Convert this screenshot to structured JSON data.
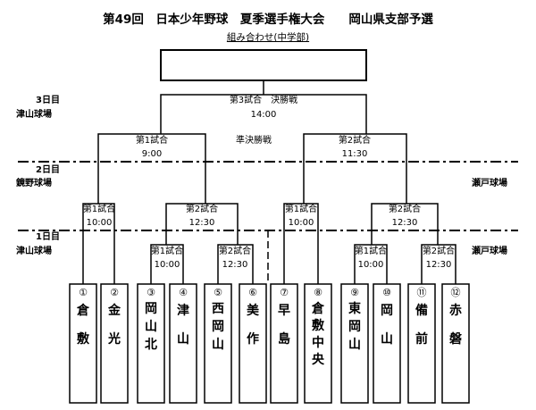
{
  "header": {
    "title": "第49回　日本少年野球　夏季選手権大会　　岡山県支部予選",
    "subtitle": "組み合わせ(中学部)"
  },
  "days": [
    {
      "day": "3日目",
      "venue": "津山球場"
    },
    {
      "day": "2日目",
      "venue": "鏡野球場"
    },
    {
      "day": "1日目",
      "venue": "津山球場"
    }
  ],
  "right_venues": {
    "day2": "瀬戸球場",
    "day1": "瀬戸球場"
  },
  "semifinal_label": "準決勝戦",
  "games": {
    "final": {
      "name": "第3試合　決勝戦",
      "time": "14:00"
    },
    "semi_left": {
      "name": "第1試合",
      "time": "9:00"
    },
    "semi_right": {
      "name": "第2試合",
      "time": "11:30"
    },
    "r2_left_a": {
      "name": "第1試合",
      "time": "10:00"
    },
    "r2_left_b": {
      "name": "第2試合",
      "time": "12:30"
    },
    "r2_right_a": {
      "name": "第1試合",
      "time": "10:00"
    },
    "r2_right_b": {
      "name": "第2試合",
      "time": "12:30"
    },
    "r1_left_a": {
      "name": "第1試合",
      "time": "10:00"
    },
    "r1_left_b": {
      "name": "第2試合",
      "time": "12:30"
    },
    "r1_right_a": {
      "name": "第1試合",
      "time": "10:00"
    },
    "r1_right_b": {
      "name": "第2試合",
      "time": "12:30"
    }
  },
  "teams": [
    {
      "num": "①",
      "name": "倉敷"
    },
    {
      "num": "②",
      "name": "金光"
    },
    {
      "num": "③",
      "name": "岡山北"
    },
    {
      "num": "④",
      "name": "津山"
    },
    {
      "num": "⑤",
      "name": "西岡山"
    },
    {
      "num": "⑥",
      "name": "美作"
    },
    {
      "num": "⑦",
      "name": "早島"
    },
    {
      "num": "⑧",
      "name": "倉敷中央"
    },
    {
      "num": "⑨",
      "name": "東岡山"
    },
    {
      "num": "⑩",
      "name": "岡山"
    },
    {
      "num": "⑪",
      "name": "備前"
    },
    {
      "num": "⑫",
      "name": "赤磐"
    }
  ]
}
